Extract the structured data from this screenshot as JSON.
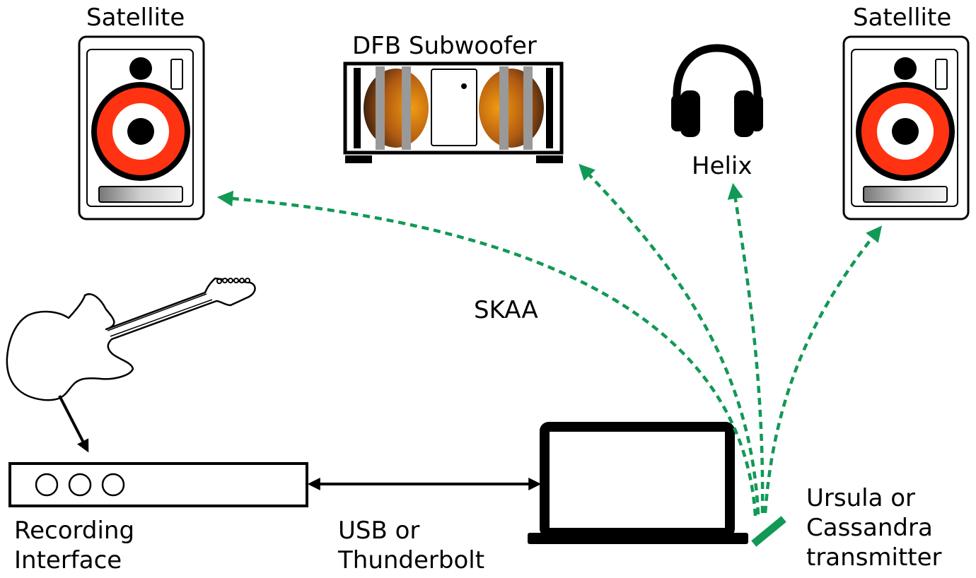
{
  "labels": {
    "satellite_left": "Satellite",
    "satellite_right": "Satellite",
    "subwoofer": "DFB Subwoofer",
    "helix": "Helix",
    "skaa": "SKAA",
    "recording_interface": "Recording\nInterface",
    "usb_thunderbolt": "USB or\nThunderbolt",
    "transmitter": "Ursula or\nCassandra\ntransmitter"
  },
  "colors": {
    "wireless_link": "#119955",
    "speaker_ring": "#ff3311",
    "sub_driver": "#e68a00",
    "line": "#000000"
  },
  "icons": [
    "speaker-icon",
    "subwoofer-icon",
    "headphones-icon",
    "guitar-icon",
    "audio-interface-icon",
    "laptop-icon",
    "usb-dongle-icon"
  ]
}
